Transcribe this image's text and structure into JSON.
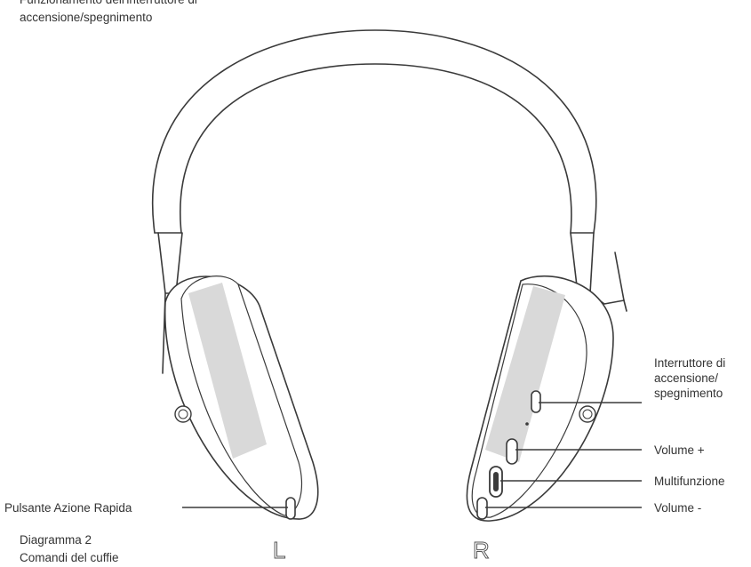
{
  "top_label": {
    "line1": "Funzionamento dell'interruttore di",
    "line2": "accensione/spegnimento"
  },
  "callouts": {
    "power_switch": {
      "line1": "Interruttore di",
      "line2": "accensione/",
      "line3": "spegnimento"
    },
    "volume_up": "Volume +",
    "multifunction": "Multifunzione",
    "volume_down": "Volume -",
    "quick_action": "Pulsante Azione Rapida"
  },
  "side_letters": {
    "left": "L",
    "right": "R"
  },
  "caption": {
    "title": "Diagramma 2",
    "subtitle": "Comandi del cuffie"
  },
  "colors": {
    "line": "#3a3a3a",
    "pad_band": "#d9d9d9",
    "text": "#333333"
  }
}
